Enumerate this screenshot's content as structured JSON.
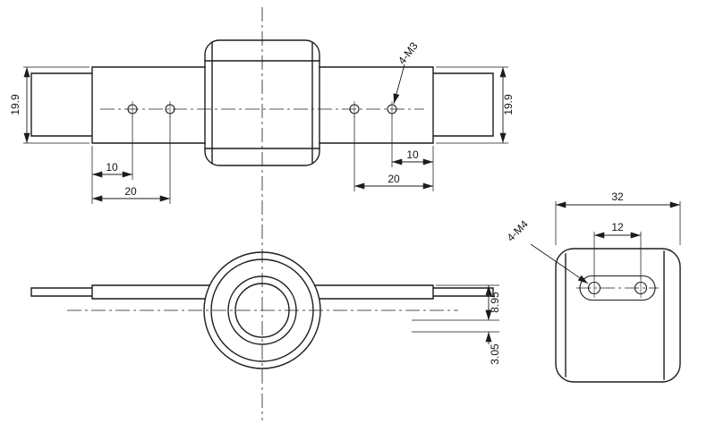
{
  "page": {
    "background": "#ffffff",
    "line_color": "#1c1c1c"
  },
  "top_view": {
    "dim_arm_width_left": "19.9",
    "dim_arm_width_right": "19.9",
    "dim_hole_offset_left": "10",
    "dim_hole_span_left": "20",
    "dim_hole_offset_right": "10",
    "dim_hole_span_right": "20",
    "thread_callout": "4-M3"
  },
  "front_view": {
    "dim_arm_thickness": "8.95",
    "dim_center_offset": "3.05"
  },
  "side_view": {
    "dim_body_width": "32",
    "dim_hole_spacing": "12",
    "thread_callout": "4-M4"
  }
}
